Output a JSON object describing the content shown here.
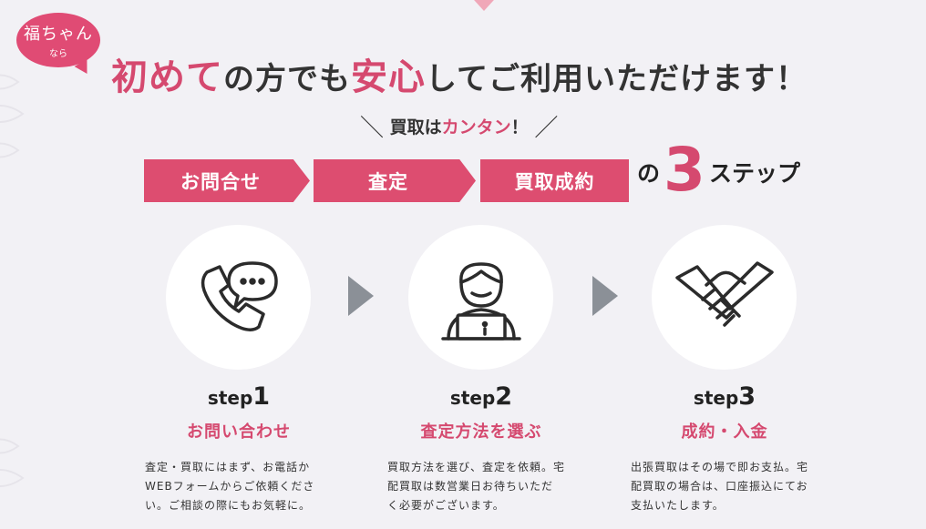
{
  "badge": {
    "main": "福ちゃん",
    "sub": "なら"
  },
  "headline": {
    "pink_1": "初めて",
    "plain_1": "の方でも",
    "pink_2": "安心",
    "plain_2": "してご利用いただけます！"
  },
  "subheadline": {
    "slash_left": "＼",
    "plain": "買取は",
    "pink": "カンタン",
    "bang": "！",
    "slash_right": "／"
  },
  "flow": [
    "お問合せ",
    "査定",
    "買取成約"
  ],
  "three_steps": {
    "prefix": "の",
    "number": "3",
    "suffix": "ステップ"
  },
  "steps": [
    {
      "label": "step",
      "number": "1",
      "icon": "phone-chat-icon",
      "title": "お問い合わせ",
      "desc": [
        "査定・買取にはまず、お電話か",
        "WEBフォームからご依頼くださ",
        "い。ご相談の際にもお気軽に。"
      ]
    },
    {
      "label": "step",
      "number": "2",
      "icon": "person-laptop-icon",
      "title": "査定方法を選ぶ",
      "desc": [
        "買取方法を選び、査定を依頼。宅",
        "配買取は数営業日お待ちいただ",
        "く必要がございます。"
      ]
    },
    {
      "label": "step",
      "number": "3",
      "icon": "handshake-icon",
      "title": "成約・入金",
      "desc": [
        "出張買取はその場で即お支払。宅",
        "配買取の場合は、口座振込にてお",
        "支払いたします。"
      ]
    }
  ],
  "colors": {
    "accent": "#d5496f",
    "pill": "#dd4d70",
    "background": "#f2f1f5",
    "chevron": "#8b9097"
  }
}
